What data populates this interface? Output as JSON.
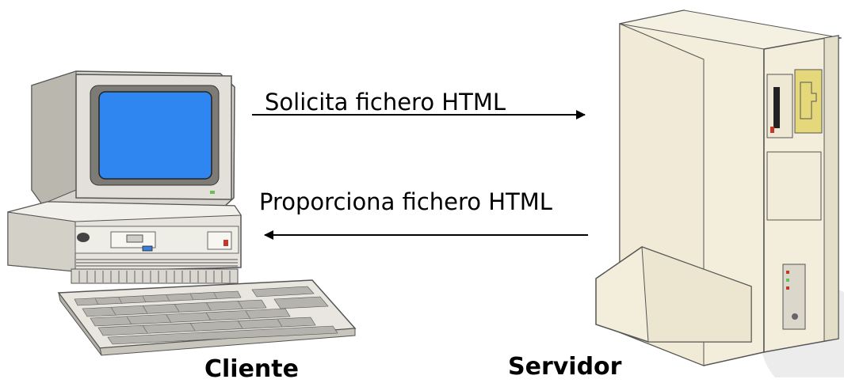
{
  "arrows": {
    "request_label": "Solicita fichero HTML",
    "response_label": "Proporciona fichero HTML"
  },
  "nodes": {
    "client_label": "Cliente",
    "server_label": "Servidor"
  },
  "colors": {
    "screen": "#2f86f0",
    "case": "#efeee6",
    "server_case": "#f3eedb",
    "floppy_panel": "#e5d87a",
    "arrow": "#000000"
  },
  "icons": {
    "client": "desktop-computer-icon",
    "server": "tower-server-icon"
  }
}
